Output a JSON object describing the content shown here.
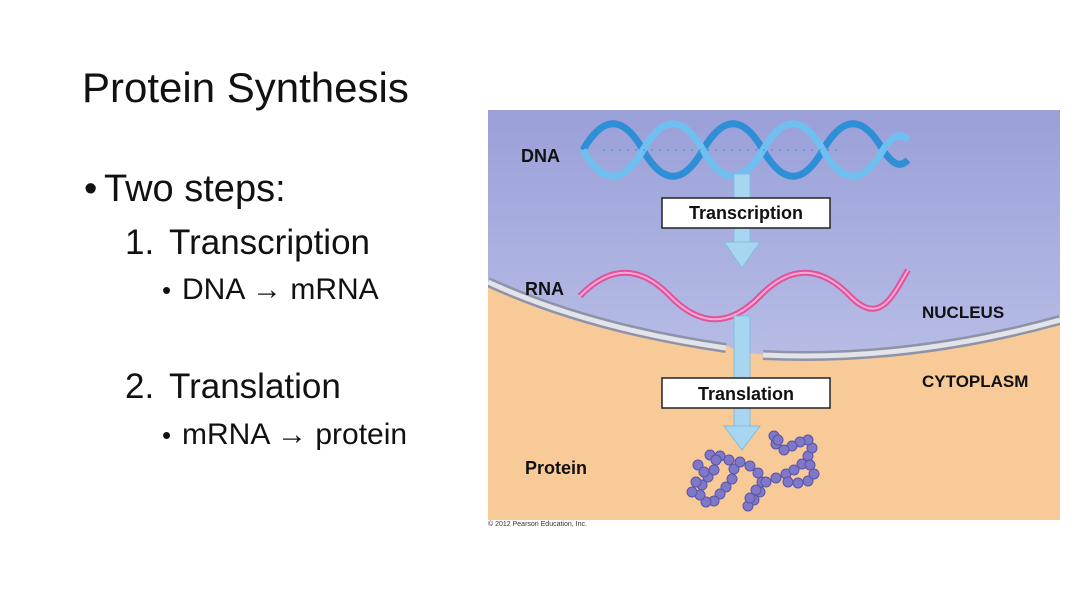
{
  "slide": {
    "title": "Protein Synthesis",
    "bullet": "Two steps:",
    "steps": [
      {
        "number": "1.",
        "label": "Transcription",
        "detail": "DNA →  mRNA"
      },
      {
        "number": "2.",
        "label": "Translation",
        "detail": "mRNA →  protein"
      }
    ]
  },
  "figure": {
    "labels": {
      "dna": "DNA",
      "rna": "RNA",
      "protein": "Protein",
      "nucleus": "NUCLEUS",
      "cytoplasm": "CYTOPLASM",
      "transcription_box": "Transcription",
      "translation_box": "Translation"
    },
    "credit": "© 2012 Pearson Education, Inc.",
    "colors": {
      "nucleus": "#aab0de",
      "cytoplasm": "#f7ca98",
      "dna": "#3d9ee0",
      "rna": "#e0529e",
      "arrow": "#a8d6f0",
      "protein": "#7f78c8"
    }
  }
}
